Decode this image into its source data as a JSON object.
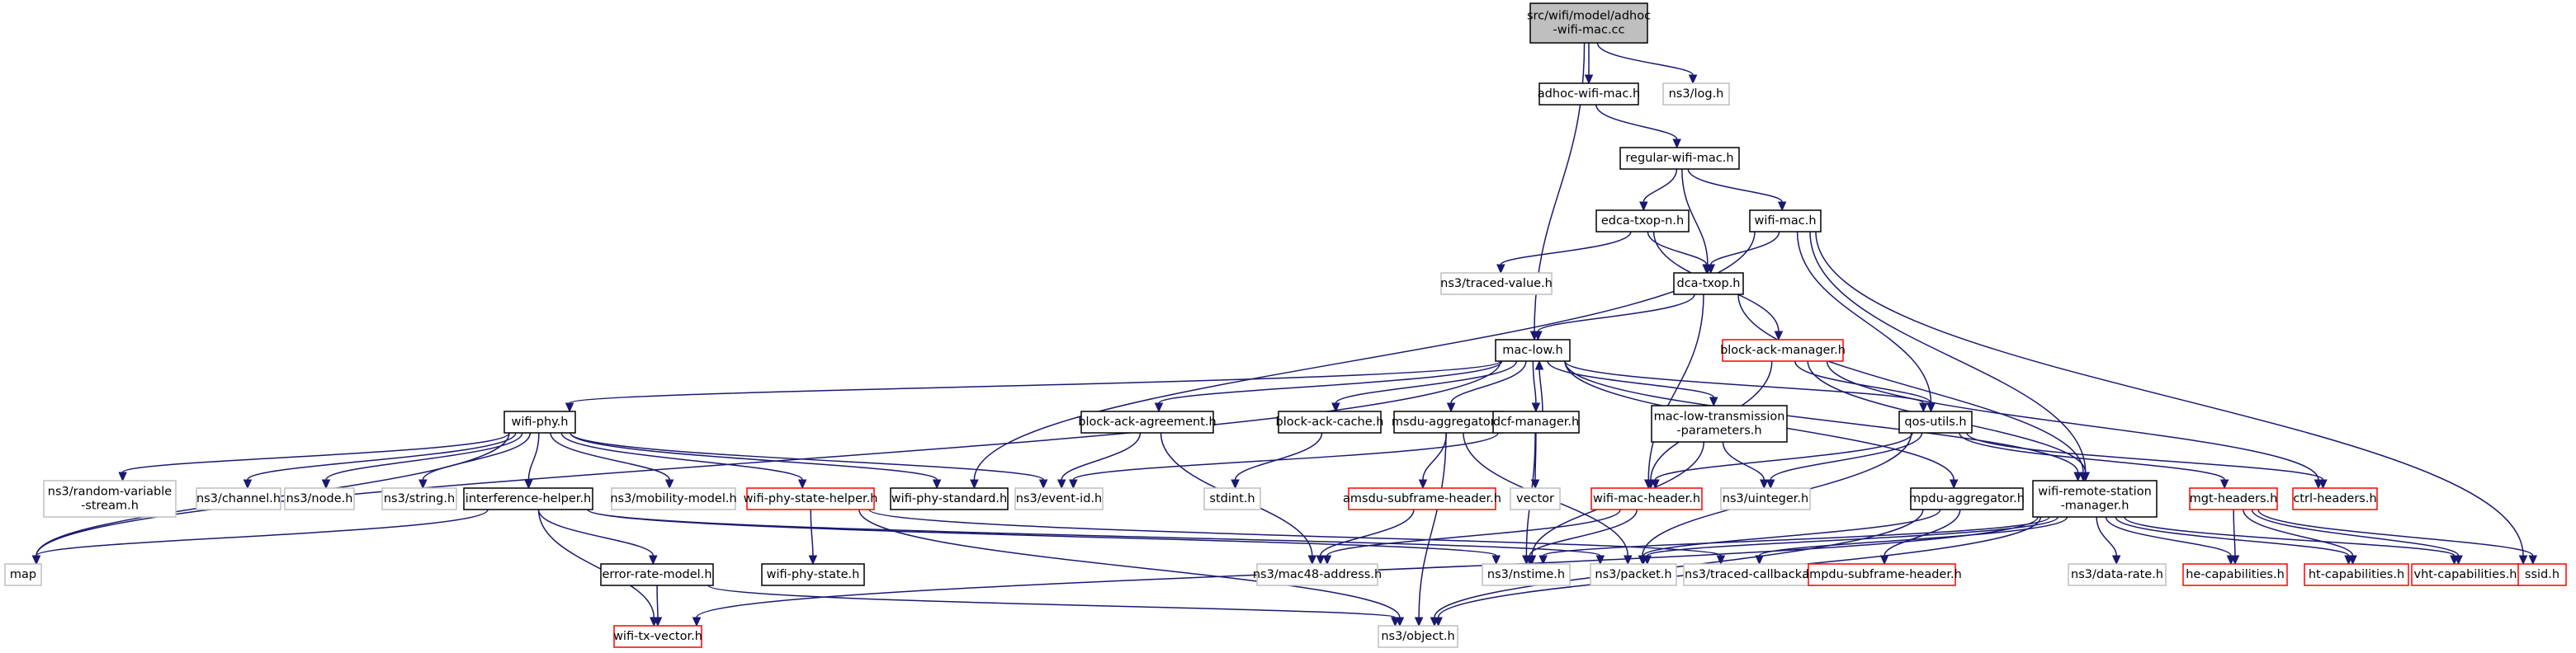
{
  "diagram": {
    "colors": {
      "edge": "#191970",
      "root_fill": "#bfbfbf",
      "root_border": "#000000",
      "documented_border": "#000000",
      "undocumented_border": "#ff0000",
      "external_border": "#bfbfbf",
      "node_fill": "#ffffff"
    },
    "nodes": [
      {
        "id": "root",
        "lines": [
          "src/wifi/model/adhoc",
          "-wifi-mac.cc"
        ],
        "kind": "root"
      },
      {
        "id": "adhoc_h",
        "lines": [
          "adhoc-wifi-mac.h"
        ],
        "kind": "documented"
      },
      {
        "id": "log_h",
        "lines": [
          "ns3/log.h"
        ],
        "kind": "external"
      },
      {
        "id": "regular_h",
        "lines": [
          "regular-wifi-mac.h"
        ],
        "kind": "documented"
      },
      {
        "id": "edca_h",
        "lines": [
          "edca-txop-n.h"
        ],
        "kind": "documented"
      },
      {
        "id": "wifimac_h",
        "lines": [
          "wifi-mac.h"
        ],
        "kind": "documented"
      },
      {
        "id": "traced_value",
        "lines": [
          "ns3/traced-value.h"
        ],
        "kind": "external"
      },
      {
        "id": "dca_h",
        "lines": [
          "dca-txop.h"
        ],
        "kind": "documented"
      },
      {
        "id": "macLow_h",
        "lines": [
          "mac-low.h"
        ],
        "kind": "documented"
      },
      {
        "id": "bam_h",
        "lines": [
          "block-ack-manager.h"
        ],
        "kind": "undocumented"
      },
      {
        "id": "wifiphy_h",
        "lines": [
          "wifi-phy.h"
        ],
        "kind": "documented"
      },
      {
        "id": "baa_h",
        "lines": [
          "block-ack-agreement.h"
        ],
        "kind": "documented"
      },
      {
        "id": "bac_h",
        "lines": [
          "block-ack-cache.h"
        ],
        "kind": "documented"
      },
      {
        "id": "msdu_h",
        "lines": [
          "msdu-aggregator.h"
        ],
        "kind": "documented"
      },
      {
        "id": "dcfm_h",
        "lines": [
          "dcf-manager.h"
        ],
        "kind": "documented"
      },
      {
        "id": "mltp_h",
        "lines": [
          "mac-low-transmission",
          "-parameters.h"
        ],
        "kind": "documented"
      },
      {
        "id": "qos_h",
        "lines": [
          "qos-utils.h"
        ],
        "kind": "documented"
      },
      {
        "id": "randvar",
        "lines": [
          "ns3/random-variable",
          "-stream.h"
        ],
        "kind": "external"
      },
      {
        "id": "channel",
        "lines": [
          "ns3/channel.h"
        ],
        "kind": "external"
      },
      {
        "id": "node",
        "lines": [
          "ns3/node.h"
        ],
        "kind": "external"
      },
      {
        "id": "string",
        "lines": [
          "ns3/string.h"
        ],
        "kind": "external"
      },
      {
        "id": "ih_h",
        "lines": [
          "interference-helper.h"
        ],
        "kind": "documented"
      },
      {
        "id": "mobility",
        "lines": [
          "ns3/mobility-model.h"
        ],
        "kind": "external"
      },
      {
        "id": "wpsh_h",
        "lines": [
          "wifi-phy-state-helper.h"
        ],
        "kind": "undocumented"
      },
      {
        "id": "wps_h",
        "lines": [
          "wifi-phy-standard.h"
        ],
        "kind": "documented"
      },
      {
        "id": "eventid",
        "lines": [
          "ns3/event-id.h"
        ],
        "kind": "external"
      },
      {
        "id": "stdint",
        "lines": [
          "stdint.h"
        ],
        "kind": "external"
      },
      {
        "id": "asfh_h",
        "lines": [
          "amsdu-subframe-header.h"
        ],
        "kind": "undocumented"
      },
      {
        "id": "vector",
        "lines": [
          "vector"
        ],
        "kind": "external"
      },
      {
        "id": "wmh_h",
        "lines": [
          "wifi-mac-header.h"
        ],
        "kind": "undocumented"
      },
      {
        "id": "uinteger",
        "lines": [
          "ns3/uinteger.h"
        ],
        "kind": "external"
      },
      {
        "id": "mpdu_h",
        "lines": [
          "mpdu-aggregator.h"
        ],
        "kind": "documented"
      },
      {
        "id": "wrsm_h",
        "lines": [
          "wifi-remote-station",
          "-manager.h"
        ],
        "kind": "documented"
      },
      {
        "id": "mgt_h",
        "lines": [
          "mgt-headers.h"
        ],
        "kind": "undocumented"
      },
      {
        "id": "ctrl_h",
        "lines": [
          "ctrl-headers.h"
        ],
        "kind": "undocumented"
      },
      {
        "id": "map",
        "lines": [
          "map"
        ],
        "kind": "external"
      },
      {
        "id": "erm_h",
        "lines": [
          "error-rate-model.h"
        ],
        "kind": "documented"
      },
      {
        "id": "wpstate_h",
        "lines": [
          "wifi-phy-state.h"
        ],
        "kind": "documented"
      },
      {
        "id": "mac48",
        "lines": [
          "ns3/mac48-address.h"
        ],
        "kind": "external"
      },
      {
        "id": "nstime",
        "lines": [
          "ns3/nstime.h"
        ],
        "kind": "external"
      },
      {
        "id": "packet",
        "lines": [
          "ns3/packet.h"
        ],
        "kind": "external"
      },
      {
        "id": "tcb",
        "lines": [
          "ns3/traced-callback.h"
        ],
        "kind": "external"
      },
      {
        "id": "apsfh_h",
        "lines": [
          "ampdu-subframe-header.h"
        ],
        "kind": "undocumented"
      },
      {
        "id": "datarate",
        "lines": [
          "ns3/data-rate.h"
        ],
        "kind": "external"
      },
      {
        "id": "hecap_h",
        "lines": [
          "he-capabilities.h"
        ],
        "kind": "undocumented"
      },
      {
        "id": "htcap_h",
        "lines": [
          "ht-capabilities.h"
        ],
        "kind": "undocumented"
      },
      {
        "id": "vhtcap_h",
        "lines": [
          "vht-capabilities.h"
        ],
        "kind": "undocumented"
      },
      {
        "id": "ssid_h",
        "lines": [
          "ssid.h"
        ],
        "kind": "undocumented"
      },
      {
        "id": "wtv_h",
        "lines": [
          "wifi-tx-vector.h"
        ],
        "kind": "undocumented"
      },
      {
        "id": "object",
        "lines": [
          "ns3/object.h"
        ],
        "kind": "external"
      }
    ],
    "edges": [
      [
        "root",
        "adhoc_h"
      ],
      [
        "root",
        "log_h"
      ],
      [
        "root",
        "macLow_h"
      ],
      [
        "adhoc_h",
        "regular_h"
      ],
      [
        "regular_h",
        "edca_h"
      ],
      [
        "regular_h",
        "wifimac_h"
      ],
      [
        "regular_h",
        "dca_h"
      ],
      [
        "edca_h",
        "traced_value"
      ],
      [
        "edca_h",
        "dca_h"
      ],
      [
        "edca_h",
        "bam_h"
      ],
      [
        "wifimac_h",
        "dca_h"
      ],
      [
        "wifimac_h",
        "wps_h"
      ],
      [
        "wifimac_h",
        "qos_h"
      ],
      [
        "wifimac_h",
        "wrsm_h"
      ],
      [
        "wifimac_h",
        "ssid_h"
      ],
      [
        "dca_h",
        "macLow_h"
      ],
      [
        "dca_h",
        "wmh_h"
      ],
      [
        "dca_h",
        "wrsm_h"
      ],
      [
        "bam_h",
        "qos_h"
      ],
      [
        "bam_h",
        "wmh_h"
      ],
      [
        "bam_h",
        "ctrl_h"
      ],
      [
        "bam_h",
        "wrsm_h"
      ],
      [
        "macLow_h",
        "wifiphy_h"
      ],
      [
        "macLow_h",
        "baa_h"
      ],
      [
        "macLow_h",
        "bac_h"
      ],
      [
        "macLow_h",
        "msdu_h"
      ],
      [
        "macLow_h",
        "dcfm_h"
      ],
      [
        "macLow_h",
        "mltp_h"
      ],
      [
        "macLow_h",
        "qos_h"
      ],
      [
        "macLow_h",
        "mpdu_h"
      ],
      [
        "macLow_h",
        "wrsm_h"
      ],
      [
        "macLow_h",
        "map"
      ],
      [
        "dcfm_h",
        "macLow_h"
      ],
      [
        "dcfm_h",
        "eventid"
      ],
      [
        "dcfm_h",
        "vector"
      ],
      [
        "dcfm_h",
        "nstime"
      ],
      [
        "wifiphy_h",
        "randvar"
      ],
      [
        "wifiphy_h",
        "channel"
      ],
      [
        "wifiphy_h",
        "node"
      ],
      [
        "wifiphy_h",
        "string"
      ],
      [
        "wifiphy_h",
        "ih_h"
      ],
      [
        "wifiphy_h",
        "mobility"
      ],
      [
        "wifiphy_h",
        "wpsh_h"
      ],
      [
        "wifiphy_h",
        "wps_h"
      ],
      [
        "wifiphy_h",
        "eventid"
      ],
      [
        "wifiphy_h",
        "map"
      ],
      [
        "ih_h",
        "erm_h"
      ],
      [
        "ih_h",
        "wtv_h"
      ],
      [
        "ih_h",
        "map"
      ],
      [
        "ih_h",
        "nstime"
      ],
      [
        "ih_h",
        "packet"
      ],
      [
        "erm_h",
        "wtv_h"
      ],
      [
        "erm_h",
        "object"
      ],
      [
        "wpsh_h",
        "wpstate_h"
      ],
      [
        "wpsh_h",
        "object"
      ],
      [
        "wpsh_h",
        "tcb"
      ],
      [
        "baa_h",
        "eventid"
      ],
      [
        "baa_h",
        "mac48"
      ],
      [
        "bac_h",
        "stdint"
      ],
      [
        "msdu_h",
        "asfh_h"
      ],
      [
        "msdu_h",
        "packet"
      ],
      [
        "msdu_h",
        "object"
      ],
      [
        "asfh_h",
        "mac48"
      ],
      [
        "mltp_h",
        "uinteger"
      ],
      [
        "mltp_h",
        "nstime"
      ],
      [
        "qos_h",
        "wmh_h"
      ],
      [
        "qos_h",
        "uinteger"
      ],
      [
        "qos_h",
        "mgt_h"
      ],
      [
        "qos_h",
        "ctrl_h"
      ],
      [
        "qos_h",
        "packet"
      ],
      [
        "wmh_h",
        "mac48"
      ],
      [
        "wmh_h",
        "nstime"
      ],
      [
        "mpdu_h",
        "apsfh_h"
      ],
      [
        "mpdu_h",
        "packet"
      ],
      [
        "mpdu_h",
        "object"
      ],
      [
        "wrsm_h",
        "nstime"
      ],
      [
        "wrsm_h",
        "packet"
      ],
      [
        "wrsm_h",
        "tcb"
      ],
      [
        "wrsm_h",
        "datarate"
      ],
      [
        "wrsm_h",
        "hecap_h"
      ],
      [
        "wrsm_h",
        "htcap_h"
      ],
      [
        "wrsm_h",
        "vhtcap_h"
      ],
      [
        "wrsm_h",
        "wtv_h"
      ],
      [
        "wrsm_h",
        "object"
      ],
      [
        "mgt_h",
        "hecap_h"
      ],
      [
        "mgt_h",
        "htcap_h"
      ],
      [
        "mgt_h",
        "vhtcap_h"
      ],
      [
        "mgt_h",
        "ssid_h"
      ]
    ]
  }
}
